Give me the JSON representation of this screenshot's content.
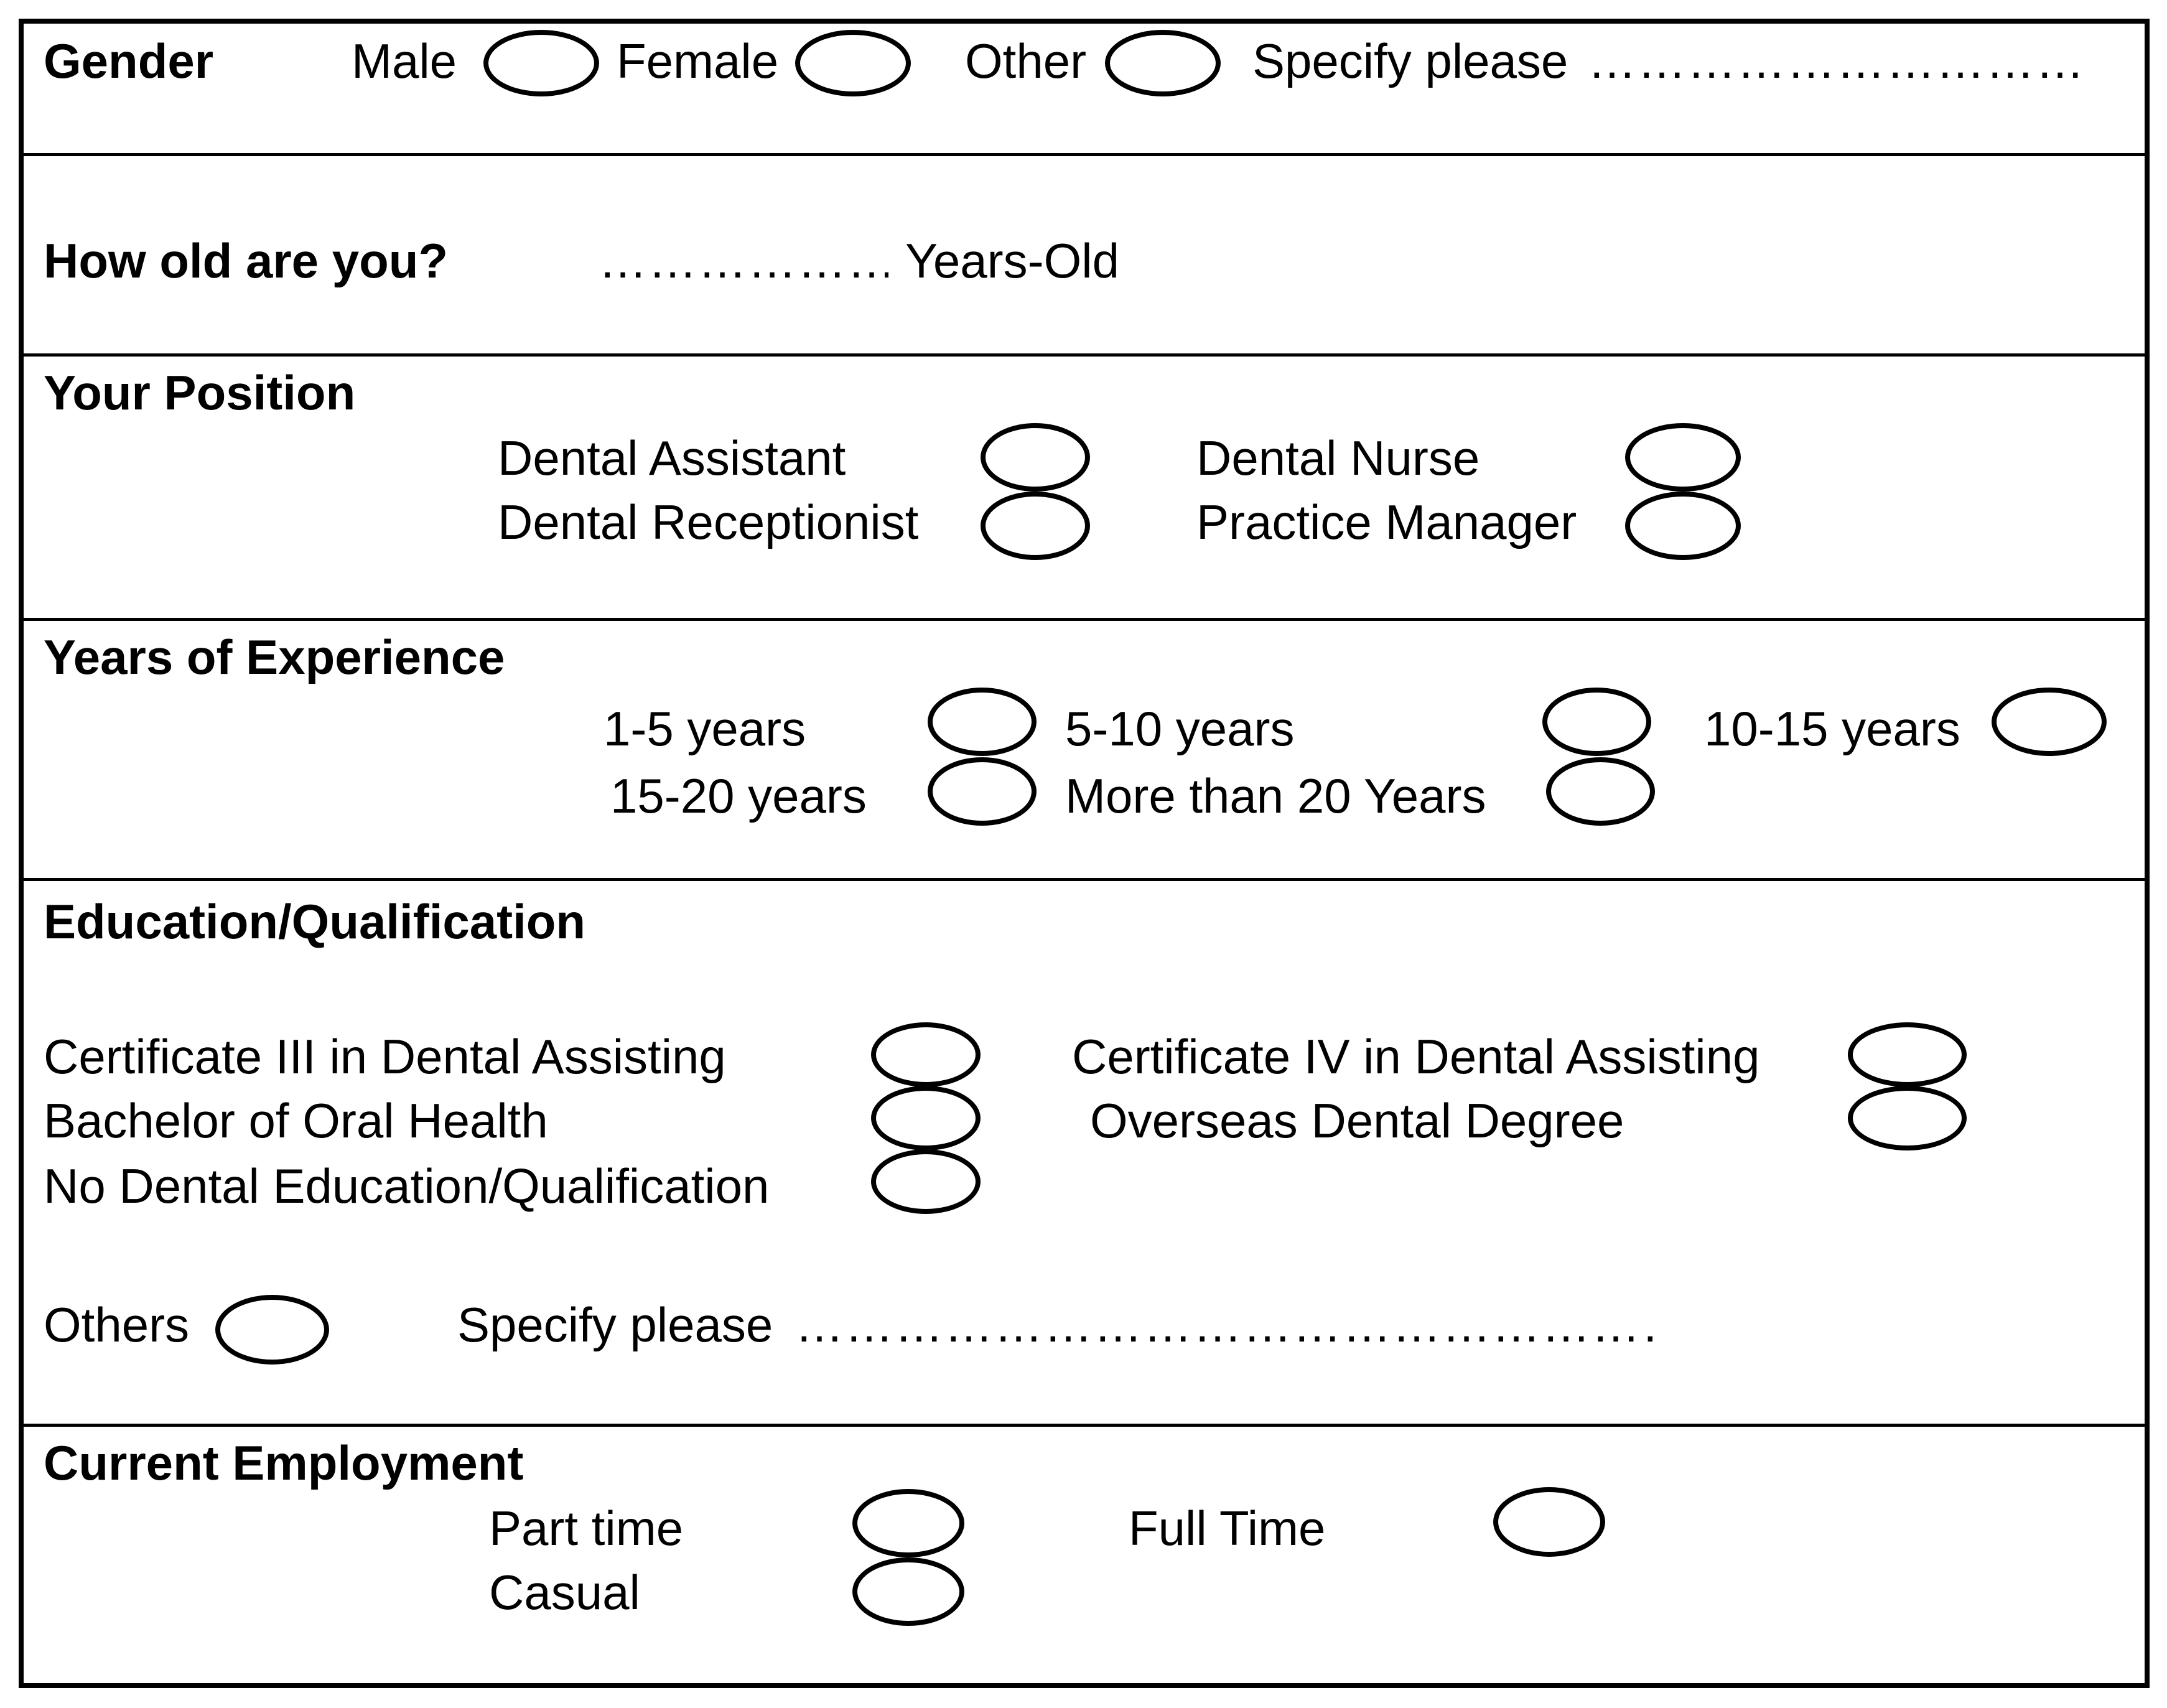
{
  "gender": {
    "title": "Gender",
    "male": "Male",
    "female": "Female",
    "other": "Other",
    "specify_label": "Specify please",
    "dots": "………………………………………………………………"
  },
  "age": {
    "title": "How old are you?",
    "dots": "……………………………………",
    "suffix": "Years-Old"
  },
  "position": {
    "title": "Your Position",
    "dental_assistant": "Dental Assistant",
    "dental_nurse": "Dental Nurse",
    "dental_receptionist": "Dental Receptionist",
    "practice_manager": "Practice Manager"
  },
  "experience": {
    "title": "Years of Experience",
    "r1c1": "1-5 years",
    "r1c2": "5-10 years",
    "r1c3": "10-15 years",
    "r2c1": "15-20 years",
    "r2c2": "More than 20 Years"
  },
  "education": {
    "title": "Education/Qualification",
    "cert3": "Certificate III in Dental Assisting",
    "cert4": "Certificate IV in Dental Assisting",
    "bachelor": "Bachelor of Oral Health",
    "overseas": "Overseas Dental Degree",
    "none": "No Dental Education/Qualification",
    "others": "Others",
    "specify_label": "Specify please",
    "dots": "……………………………………………………………………………………………………"
  },
  "employment": {
    "title": "Current Employment",
    "part_time": "Part time",
    "full_time": "Full Time",
    "casual": "Casual"
  }
}
